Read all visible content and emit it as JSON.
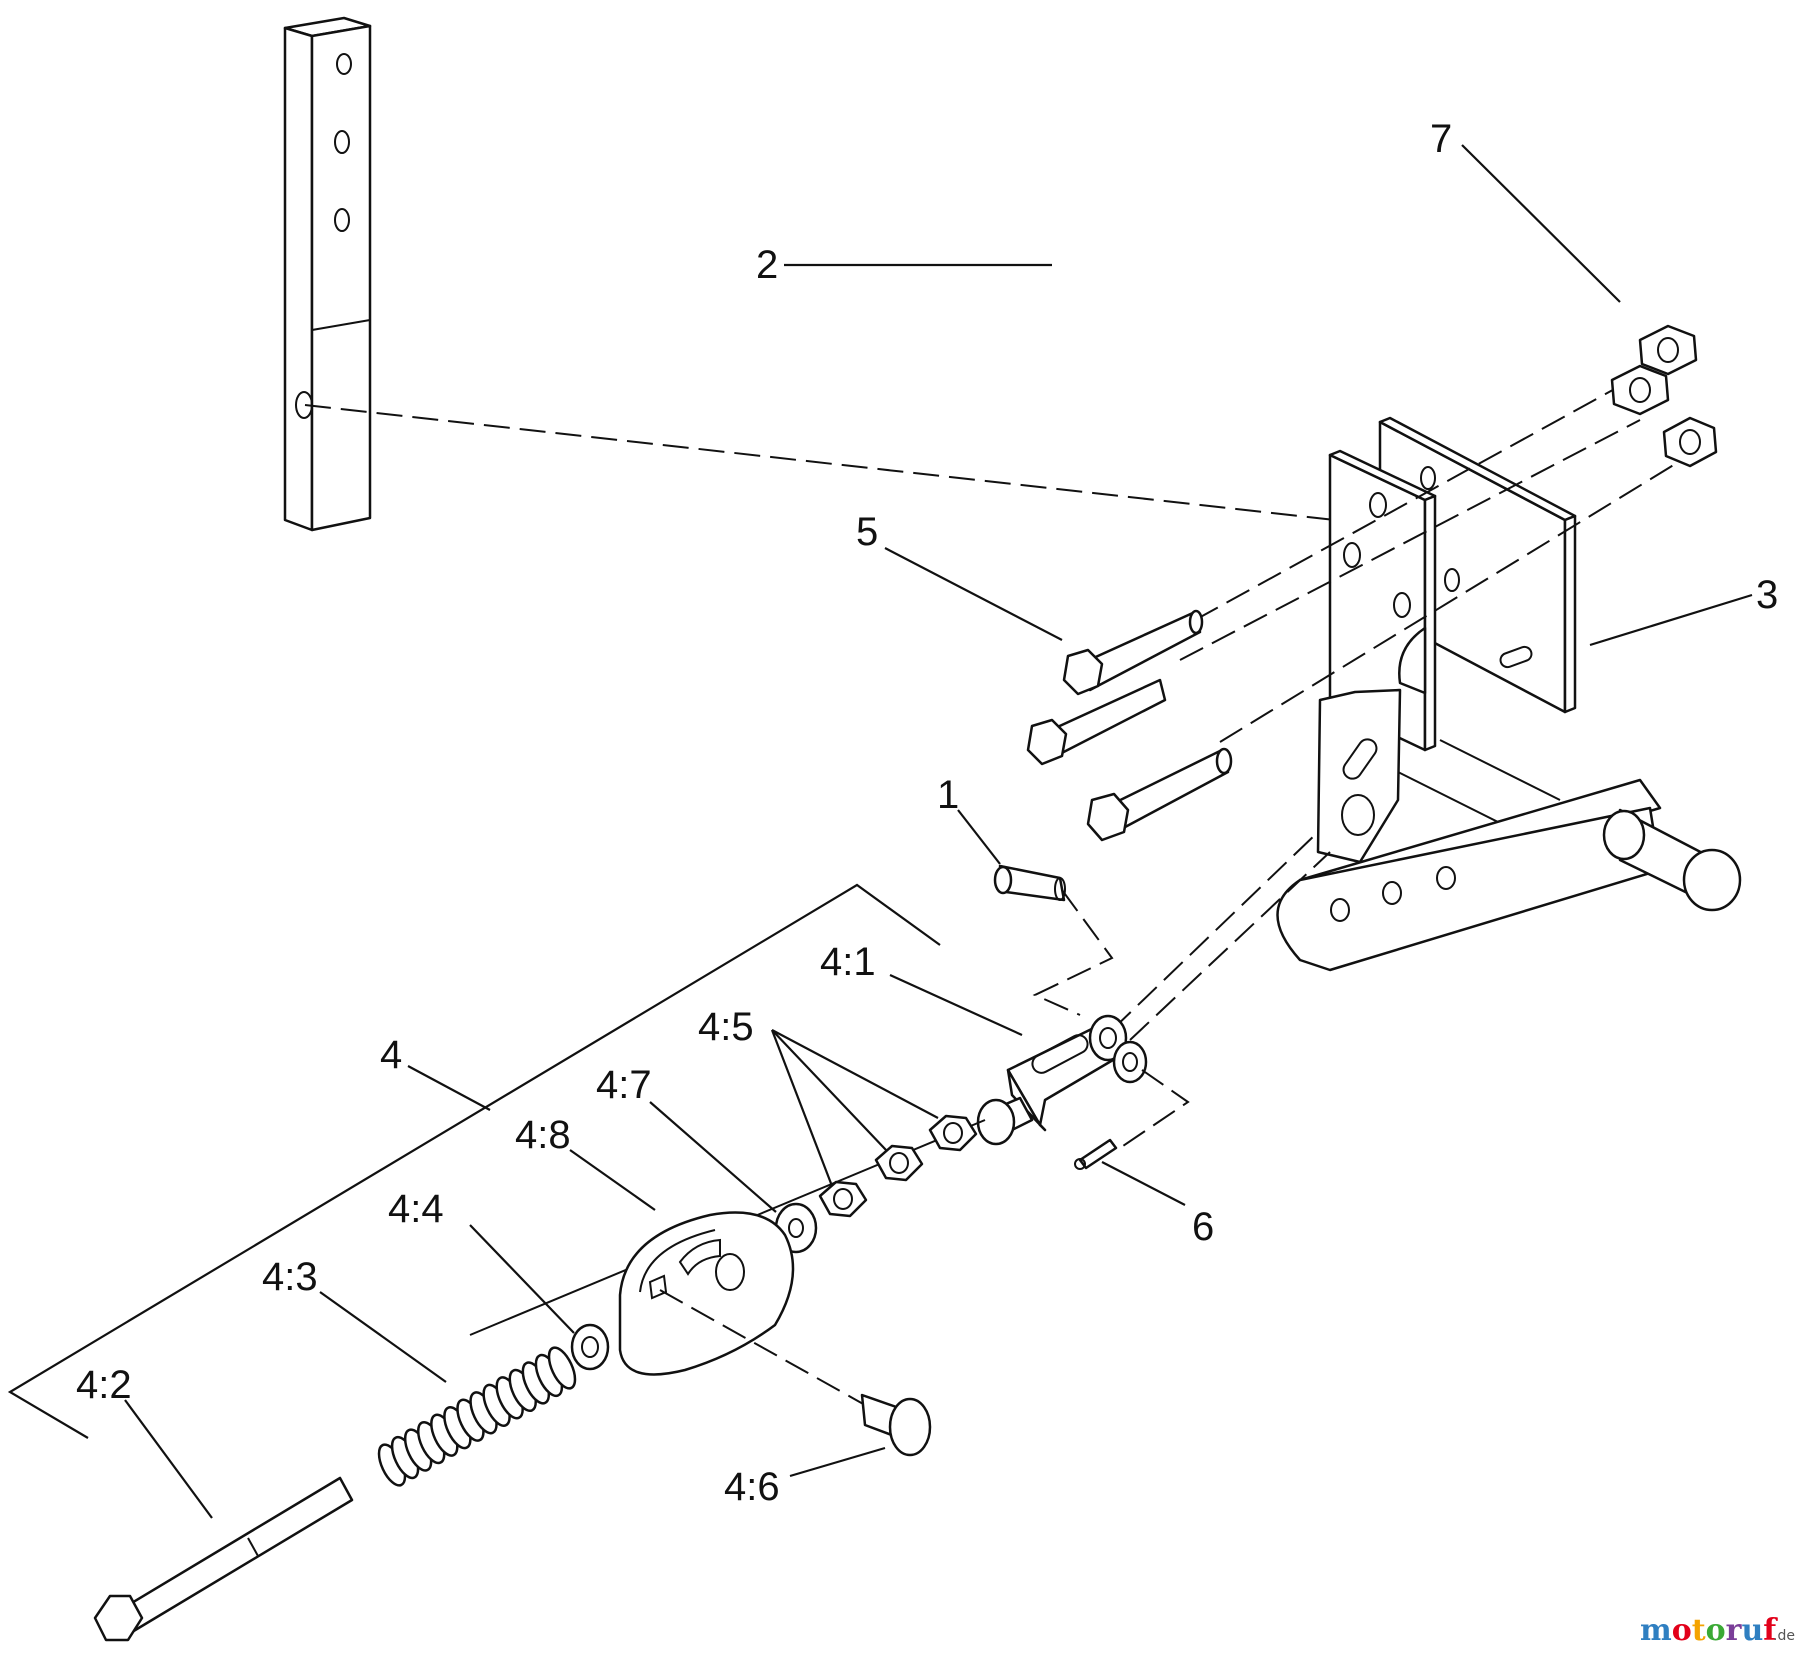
{
  "callouts": {
    "c1": "1",
    "c2": "2",
    "c3": "3",
    "c4": "4",
    "c5": "5",
    "c6": "6",
    "c7": "7",
    "c41": "4:1",
    "c42": "4:2",
    "c43": "4:3",
    "c44": "4:4",
    "c45": "4:5",
    "c46": "4:6",
    "c47": "4:7",
    "c48": "4:8"
  },
  "watermark": {
    "brand": "motoruf",
    "suffix": ".de",
    "colors": [
      "#2f7fc1",
      "#e2001a",
      "#f4a300",
      "#3aa935",
      "#7a3e98",
      "#2f7fc1",
      "#e2001a"
    ]
  }
}
